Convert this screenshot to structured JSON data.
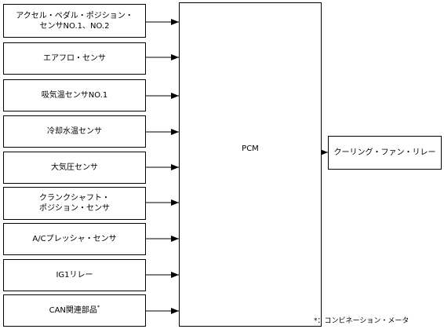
{
  "inputs": [
    {
      "line1": "アクセル・ペダル・ポジション・",
      "line2": "センサNO.1、NO.2"
    },
    {
      "line1": "エアフロ・センサ",
      "line2": ""
    },
    {
      "line1": "吸気温センサNO.1",
      "line2": ""
    },
    {
      "line1": "冷却水温センサ",
      "line2": ""
    },
    {
      "line1": "大気圧センサ",
      "line2": ""
    },
    {
      "line1": "クランクシャフト・",
      "line2": "ポジション・センサ"
    },
    {
      "line1": "A/Cプレッシャ・センサ",
      "line2": ""
    },
    {
      "line1": "IG1リレー",
      "line2": ""
    },
    {
      "line1": "CAN関連部品",
      "line2": "",
      "mark": "*"
    }
  ],
  "pcm": {
    "label": "PCM"
  },
  "output": {
    "label": "クーリング・ファン・リレー"
  },
  "footnote": "*：コンビネーション・メータ"
}
